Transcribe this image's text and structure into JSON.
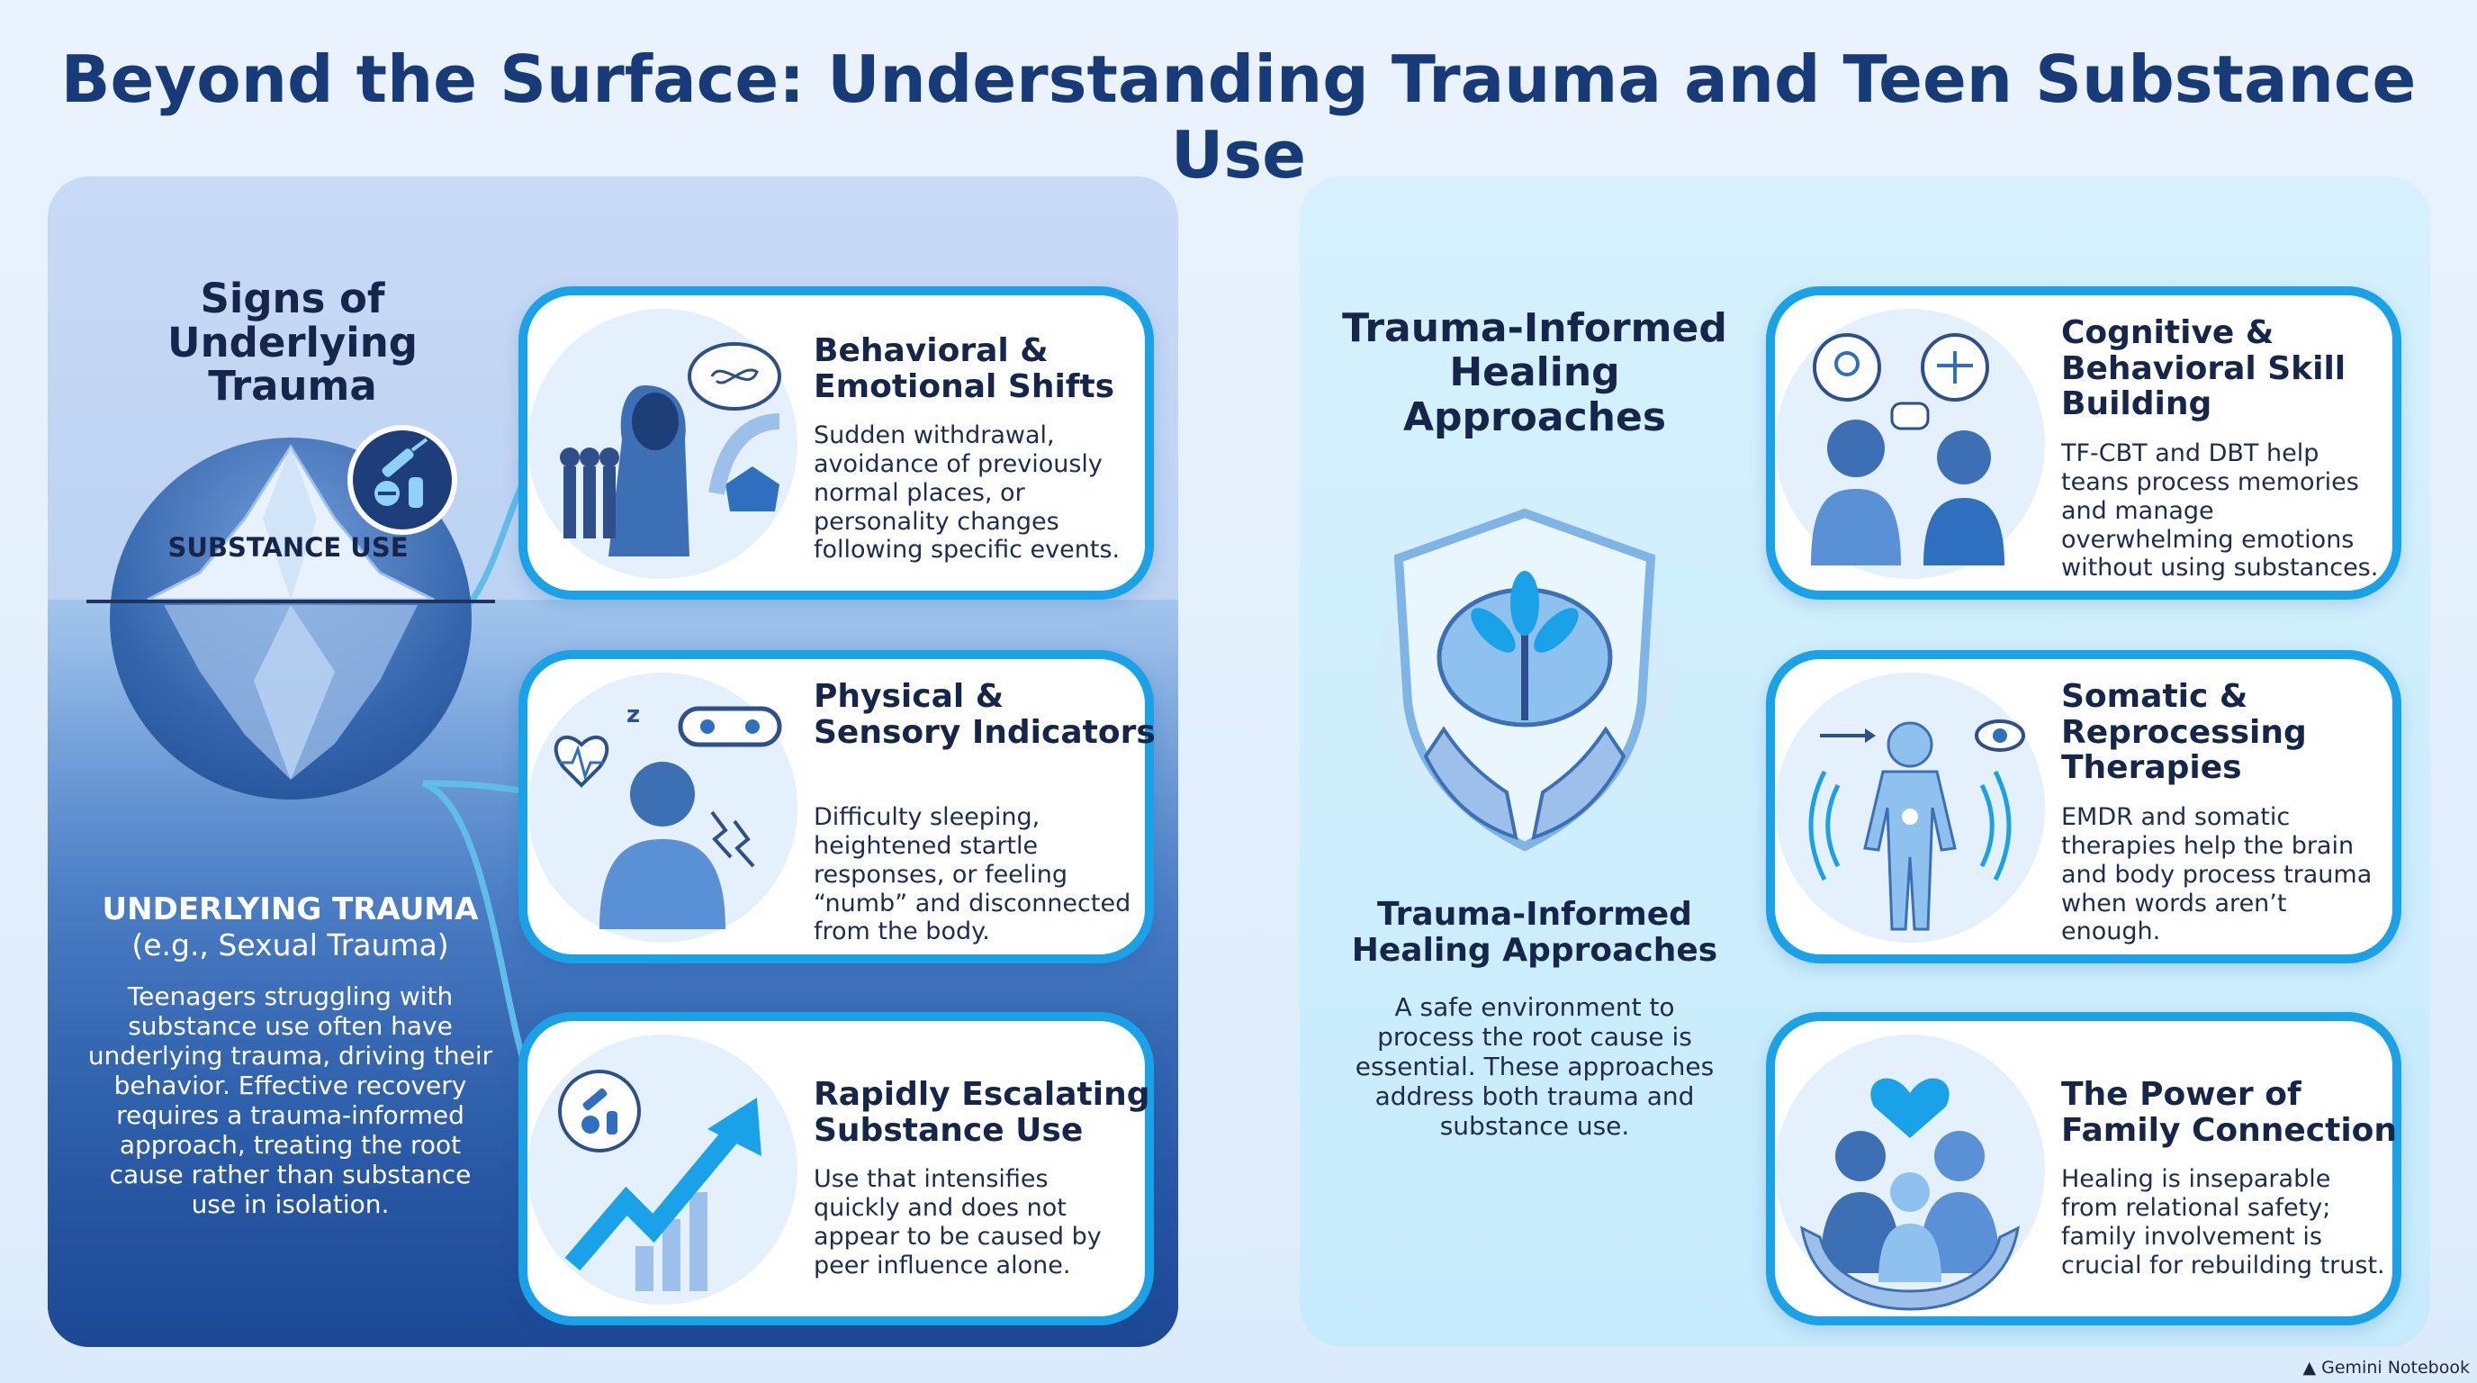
{
  "title": "Beyond the Surface: Understanding Trauma and Teen Substance Use",
  "left_panel": {
    "heading": "Signs of Underlying Trauma",
    "iceberg_label": "SUBSTANCE USE",
    "trauma_title": "UNDERLYING TRAUMA",
    "trauma_subtitle": "(e.g., Sexual Trauma)",
    "trauma_body": "Teenagers struggling with substance use often have underlying trauma, driving their behavior. Effective recovery requires a trauma-informed approach, treating the root cause rather than substance use in isolation.",
    "cards": [
      {
        "title": "Behavioral & Emotional Shifts",
        "text": "Sudden withdrawal, avoidance of previously normal places, or personality changes following specific events.",
        "icon": "hooded-teen-icon"
      },
      {
        "title": "Physical & Sensory Indicators",
        "text": "Difficulty sleeping, heightened startle responses, or feeling “numb” and disconnected from the body.",
        "icon": "distressed-person-icon"
      },
      {
        "title": "Rapidly Escalating Substance Use",
        "text": "Use that intensifies quickly and does not appear to be caused by peer influence alone.",
        "icon": "rising-arrow-icon"
      }
    ]
  },
  "right_panel": {
    "heading": "Trauma-Informed Healing Approaches",
    "center_title": "Trauma-Informed Healing Approaches",
    "center_text": "A safe environment to process the root cause is essential. These approaches address both trauma and substance use.",
    "cards": [
      {
        "title": "Cognitive & Behavioral Skill Building",
        "text": "TF-CBT and DBT help teans process memories and manage overwhelming emotions without using substances.",
        "icon": "therapy-conversation-icon"
      },
      {
        "title": "Somatic & Reprocessing Therapies",
        "text": "EMDR and somatic therapies help the brain and body process trauma when words aren’t enough.",
        "icon": "body-scan-icon"
      },
      {
        "title": "The Power of Family Connection",
        "text": "Healing is inseparable from relational safety; family involvement is crucial for rebuilding trust.",
        "icon": "family-heart-icon"
      }
    ]
  },
  "watermark": "Gemini Notebook",
  "colors": {
    "accent": "#1aa2e8",
    "navy": "#173a78",
    "deep_blue": "#1e4d98",
    "light_blue": "#c6ebfc"
  }
}
